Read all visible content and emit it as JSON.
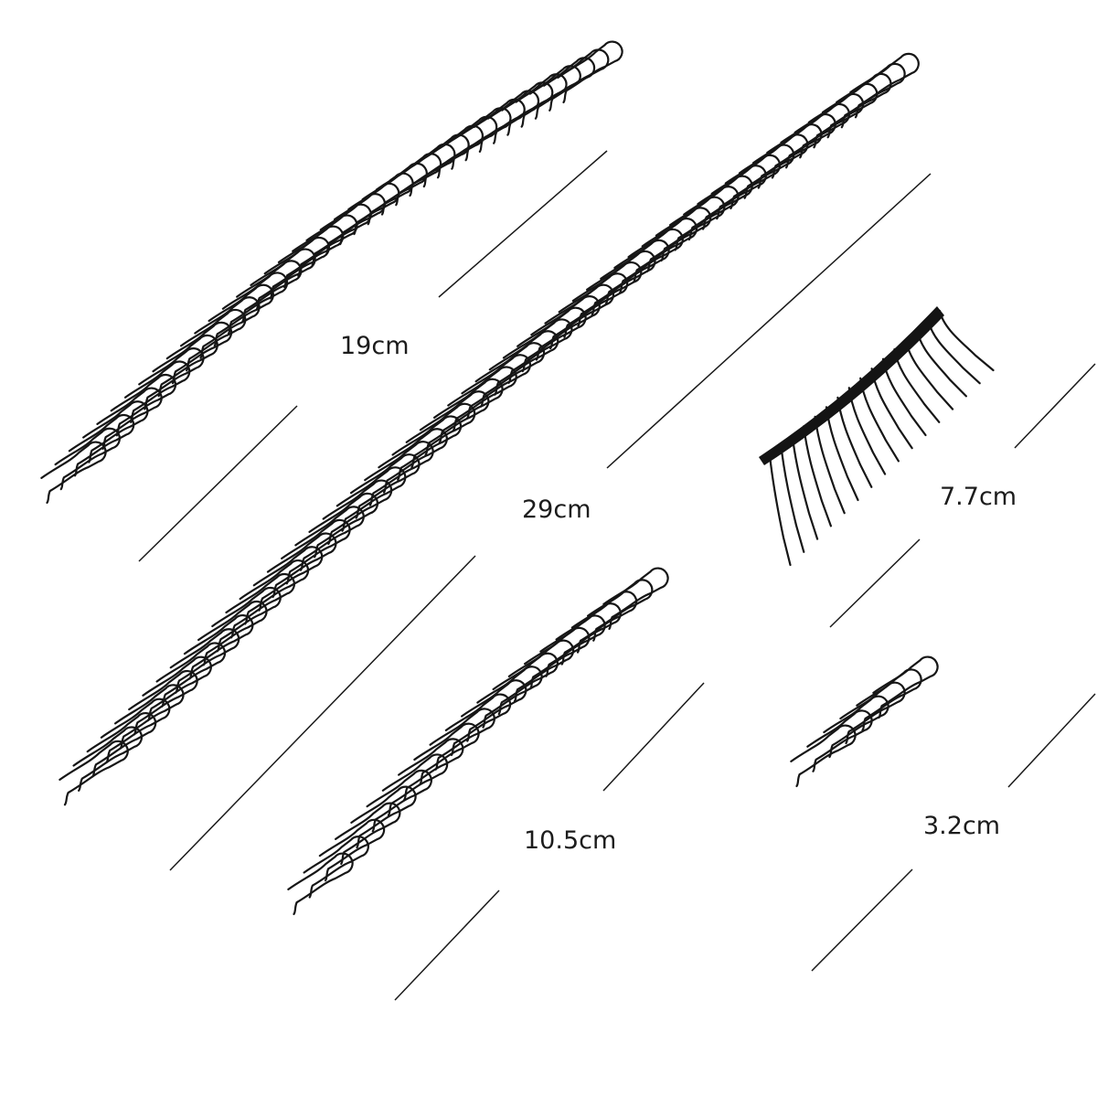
{
  "items": [
    {
      "id": "comb-19",
      "size_label": "19cm",
      "teeth": 38
    },
    {
      "id": "comb-29",
      "size_label": "29cm",
      "teeth": 58
    },
    {
      "id": "comb-7-7",
      "size_label": "7.7cm",
      "teeth": 16
    },
    {
      "id": "comb-10-5",
      "size_label": "10.5cm",
      "teeth": 21
    },
    {
      "id": "comb-3-2",
      "size_label": "3.2cm",
      "teeth": 6
    }
  ],
  "colors": {
    "background": "#ffffff",
    "wire": "#161616",
    "line": "#1a1a1a",
    "text": "#1c1c1c"
  }
}
